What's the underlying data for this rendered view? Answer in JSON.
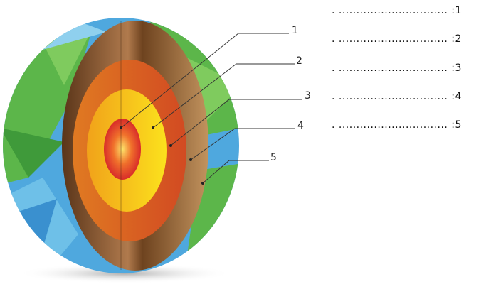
{
  "diagram": {
    "labels": [
      "1",
      "2",
      "3",
      "4",
      "5"
    ],
    "answer_lines": [
      ". ............................... :1",
      ". ............................... :2",
      ". ............................... :3",
      ". ............................... :4",
      ". ............................... :5"
    ],
    "colors": {
      "ocean": "#4fa8de",
      "land": "#5cb64a",
      "crust": "#8a5a33",
      "mantle": "#d9742e",
      "outer_core": "#f3b21c",
      "inner_core": "#e0302a"
    }
  }
}
